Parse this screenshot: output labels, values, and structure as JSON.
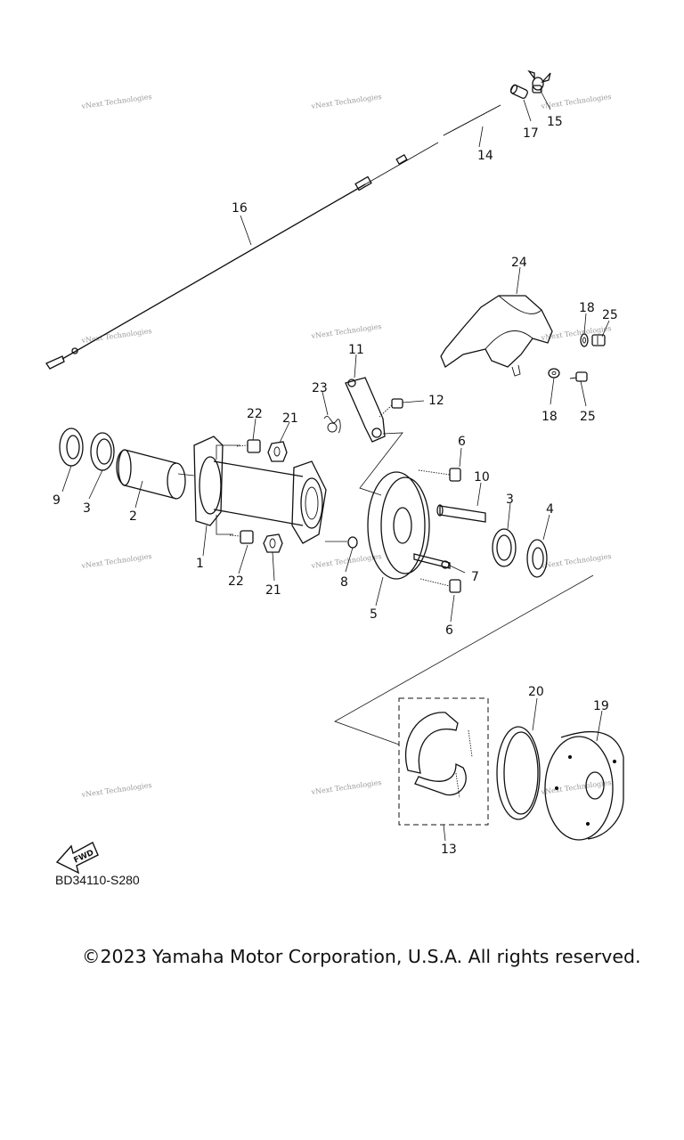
{
  "callouts": {
    "p1": "1",
    "p2": "2",
    "p3a": "3",
    "p3b": "3",
    "p4": "4",
    "p5": "5",
    "p6a": "6",
    "p6b": "6",
    "p7": "7",
    "p8": "8",
    "p9": "9",
    "p10": "10",
    "p11": "11",
    "p12": "12",
    "p13": "13",
    "p14": "14",
    "p15": "15",
    "p16": "16",
    "p17": "17",
    "p18a": "18",
    "p18b": "18",
    "p19": "19",
    "p20": "20",
    "p21a": "21",
    "p21b": "21",
    "p22a": "22",
    "p22b": "22",
    "p23": "23",
    "p24": "24",
    "p25a": "25",
    "p25b": "25"
  },
  "watermark": "vNext Technologies",
  "fwd_badge": "FWD",
  "diagram_ref": "BD34110-S280",
  "copyright": "©2023 Yamaha Motor Corporation, U.S.A. All rights reserved."
}
